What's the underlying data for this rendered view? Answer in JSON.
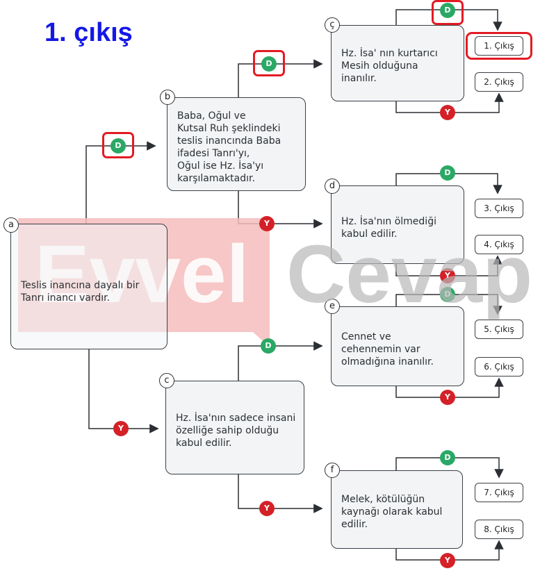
{
  "title": "1. çıkış",
  "watermark": {
    "part1": "Evvel",
    "part2": "Cevap",
    "color1": "#f6bcbc",
    "color2": "#c9c9c9"
  },
  "colors": {
    "yes": "#2aa865",
    "no": "#d42128",
    "highlight": "#e21b23",
    "title": "#1418e6"
  },
  "badge_labels": {
    "yes": "D",
    "no": "Y"
  },
  "nodes": [
    {
      "id": "a",
      "letter": "a",
      "text": "Teslis inancına dayalı bir\nTanrı inancı vardır."
    },
    {
      "id": "b",
      "letter": "b",
      "text": "Baba, Oğul ve\nKutsal Ruh şeklindeki\nteslis inancında Baba\nifadesi Tanrı'yı,\nOğul ise Hz. İsa'yı\nkarşılamaktadır."
    },
    {
      "id": "c",
      "letter": "c",
      "text": "Hz. İsa'nın sadece insani\nözelliğe sahip olduğu\nkabul edilir."
    },
    {
      "id": "cc",
      "letter": "ç",
      "text": "Hz. İsa' nın kurtarıcı\nMesih olduğuna\ninanılır."
    },
    {
      "id": "d",
      "letter": "d",
      "text": "Hz. İsa'nın ölmediği\nkabul edilir."
    },
    {
      "id": "e",
      "letter": "e",
      "text": "Cennet ve\ncehennemin var\nolmadığına inanılır."
    },
    {
      "id": "f",
      "letter": "f",
      "text": "Melek, kötülüğün\nkaynağı olarak kabul\nedilir."
    }
  ],
  "outputs": [
    "1. Çıkış",
    "2. Çıkış",
    "3. Çıkış",
    "4. Çıkış",
    "5. Çıkış",
    "6. Çıkış",
    "7. Çıkış",
    "8. Çıkış"
  ]
}
